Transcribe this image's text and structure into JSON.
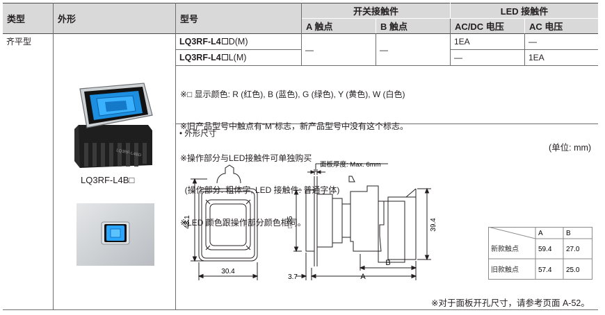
{
  "headers": {
    "type": "类型",
    "appearance": "外形",
    "model": "型号",
    "switch_contact": "开关接触件",
    "led_contact": "LED 接触件",
    "a_contact": "A 触点",
    "b_contact": "B 触点",
    "acdc_voltage": "AC/DC 电压",
    "ac_voltage": "AC 电压"
  },
  "type_value": "齐平型",
  "rows": [
    {
      "model_bold": "LQ3RF-L4",
      "model_suffix": "D(M)",
      "acdc": "1EA",
      "ac": "—"
    },
    {
      "model_bold": "LQ3RF-L4",
      "model_suffix": "L(M)",
      "acdc": "—",
      "ac": "1EA"
    }
  ],
  "contact_a": "—",
  "contact_b": "—",
  "product_label": "LQ3RF-L4B□",
  "notes": [
    "※□ 显示颜色: R (红色), B (蓝色), G (绿色), Y (黄色), W (白色)",
    "※旧产品型号中触点有“M”标志，新产品型号中没有这个标志。",
    "※操作部分与LED接触件可单独购买",
    "  (操作部分: 粗体字, LED 接触件: 普通字体)",
    "※LED 颜色跟操作部分颜色相同。"
  ],
  "dimension_title": "• 外形尺寸",
  "unit_label": "(单位: mm)",
  "panel_thickness": "面板厚度: Max. 6mm",
  "dims": {
    "height_front": "48.1",
    "width_front": "30.4",
    "square": "□35",
    "side_height": "39.4",
    "offset": "3.7",
    "a_label": "A",
    "b_label": "B"
  },
  "dim_table": {
    "col_a": "A",
    "col_b": "B",
    "rows": [
      {
        "label": "新款触点",
        "a": "59.4",
        "b": "27.0"
      },
      {
        "label": "旧款触点",
        "a": "57.4",
        "b": "25.0"
      }
    ]
  },
  "footnote": "※对于面板开孔尺寸，请参考页面 A-52。",
  "colors": {
    "header_bg": "#d9d9d9",
    "led_blue": "#1d8fe0",
    "line": "#6d6d6d"
  }
}
